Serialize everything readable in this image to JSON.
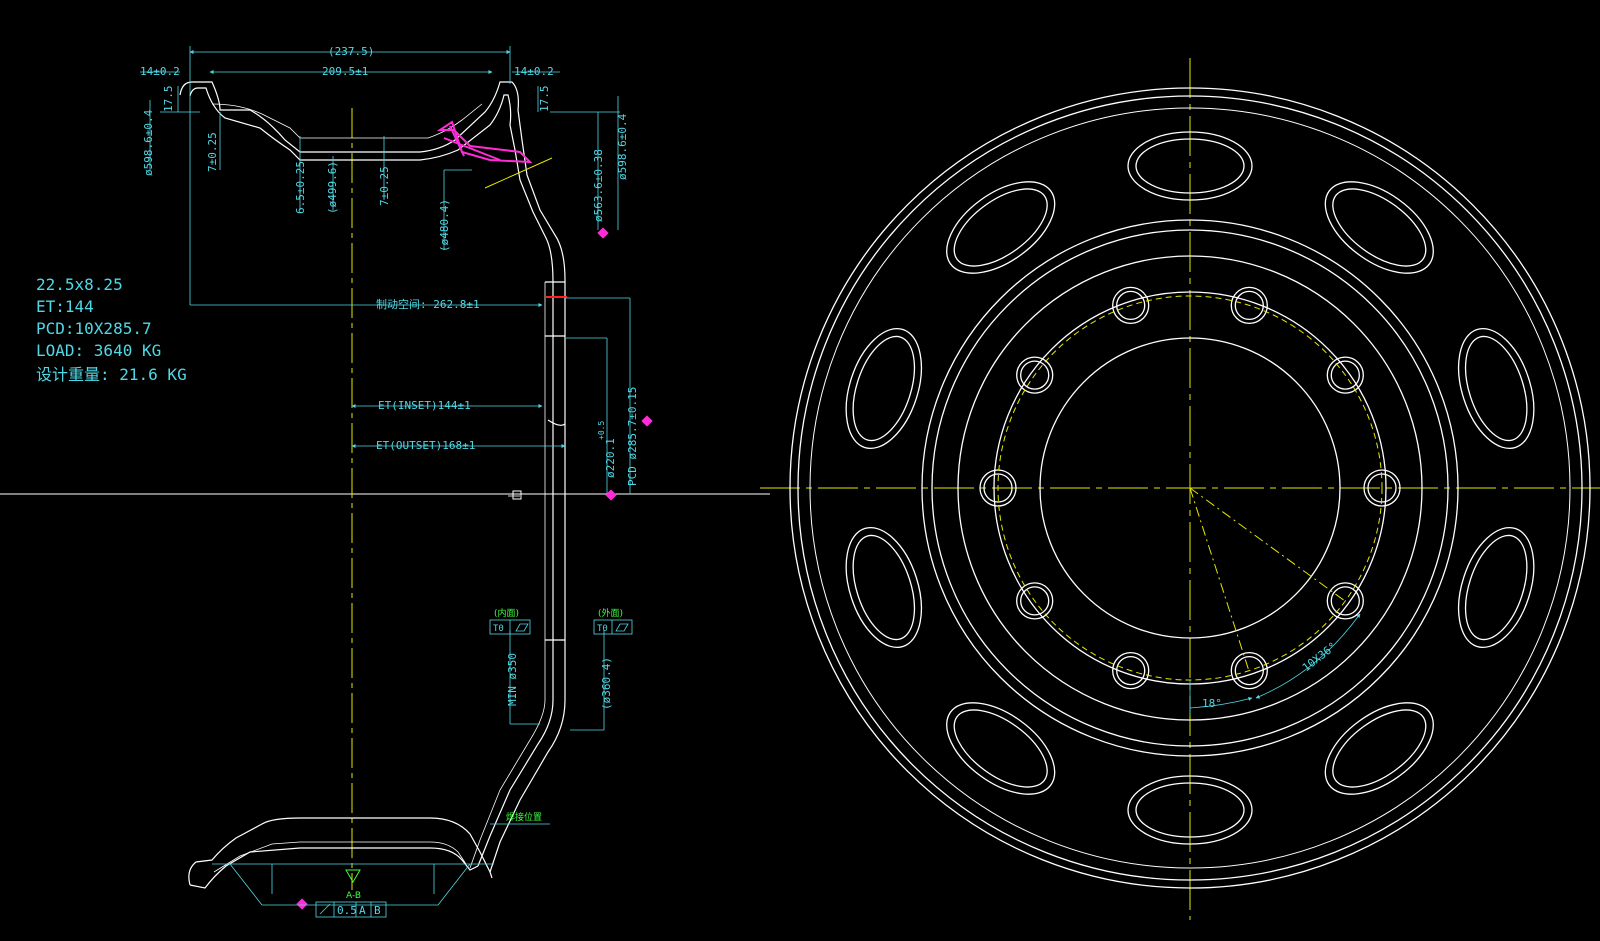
{
  "specs": {
    "size": "22.5x8.25",
    "et": "ET:144",
    "pcd": "PCD:10X285.7",
    "load": "LOAD: 3640 KG",
    "weight": "设计重量: 21.6 KG"
  },
  "dimensions": {
    "overall_width": "(237.5)",
    "inner_width": "209.5±1",
    "flange_left": "14±0.2",
    "flange_right": "14±0.2",
    "flange_height_left": "17.5",
    "flange_height_right": "17.5",
    "dia_598_left": "ø598.6±0.4",
    "dia_598_right": "ø598.6±0.4",
    "thk_7_left": "7±0.25",
    "thk_65": "6.5±0.25",
    "dia_4996": "(ø499.6)",
    "thk_7_mid": "7±0.25",
    "dia_4804": "(ø480.4)",
    "dia_5636": "ø563.6±0.38",
    "brake_space": "制动空间: 262.8±1",
    "et_inset": "ET(INSET)144±1",
    "et_outset": "ET(OUTSET)168±1",
    "dia_220": "ø220.1",
    "dia_220_tol": "+0.5",
    "pcd_dia": "PCD ø285.7±0.15",
    "min_350": "MIN ø350",
    "dia_3604": "(ø360.4)",
    "angle_18": "18°",
    "angle_10x36": "10X36°"
  },
  "gdt": {
    "left_label": "(内面)",
    "right_label": "(外面)",
    "left_frame": "T0",
    "right_frame": "T0",
    "bottom_value": "0.5",
    "datum_a": "A",
    "datum_b": "B",
    "section": "A-B",
    "weld_note": "焊接位置"
  },
  "colors": {
    "background": "#000000",
    "outline": "#ffffff",
    "dimension": "#4fd8e6",
    "centerline": "#e6e600",
    "highlight": "#ff2bd6",
    "note": "#3cff3c"
  },
  "wheel": {
    "bolt_holes": 10,
    "vent_holes": 10
  }
}
